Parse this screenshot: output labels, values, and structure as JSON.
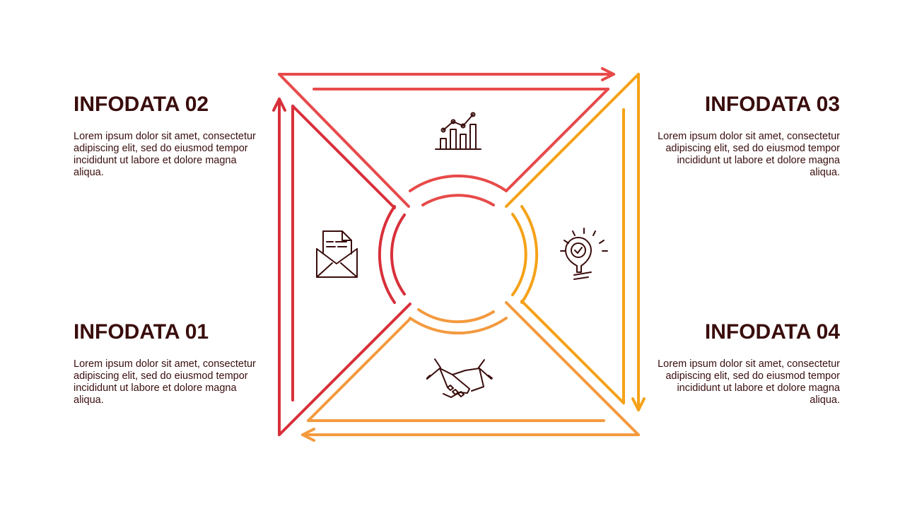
{
  "blocks": [
    {
      "title": "INFODATA 02",
      "text": "Lorem ipsum dolor sit amet, consectetur  adipiscing elit, sed do eiusmod tempor incididunt ut labore et dolore magna aliqua."
    },
    {
      "title": "INFODATA 03",
      "text": "Lorem ipsum dolor sit amet, consectetur  adipiscing elit, sed do eiusmod tempor incididunt ut labore et dolore magna aliqua."
    },
    {
      "title": "INFODATA 01",
      "text": "Lorem ipsum dolor sit amet, consectetur  adipiscing elit, sed do eiusmod tempor incididunt ut labore et dolore magna aliqua."
    },
    {
      "title": "INFODATA 04",
      "text": "Lorem ipsum dolor sit amet, consectetur  adipiscing elit, sed do eiusmod tempor incididunt ut labore et dolore magna aliqua."
    }
  ],
  "icons": {
    "top": "bar-chart-icon",
    "right": "lightbulb-icon",
    "bottom": "handshake-icon",
    "left": "mail-document-icon"
  },
  "colors": {
    "red": "#e84a4a",
    "dark_red": "#d8303a",
    "orange": "#f39a3f",
    "amber": "#f5a218",
    "text": "#3a0d0d"
  }
}
